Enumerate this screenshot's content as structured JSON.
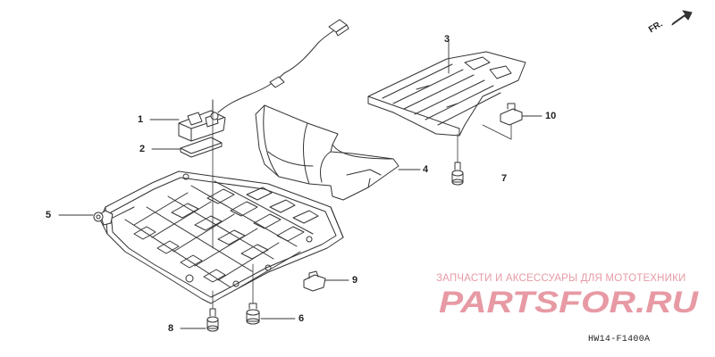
{
  "diagram": {
    "callouts": [
      {
        "id": "c1",
        "label": "1"
      },
      {
        "id": "c2",
        "label": "2"
      },
      {
        "id": "c3",
        "label": "3"
      },
      {
        "id": "c4",
        "label": "4"
      },
      {
        "id": "c5",
        "label": "5"
      },
      {
        "id": "c6",
        "label": "6"
      },
      {
        "id": "c7",
        "label": "7"
      },
      {
        "id": "c8",
        "label": "8"
      },
      {
        "id": "c9",
        "label": "9"
      },
      {
        "id": "c10",
        "label": "10"
      }
    ],
    "front_indicator": "FR.",
    "diagram_code": "HW14-F1400A"
  },
  "watermark": {
    "caption": "ЗАПЧАСТИ И АКСЕССУАРЫ ДЛЯ МОТОТЕХНИКИ",
    "logo_text": "PARTSFOR.RU",
    "color": "#e79aa4"
  },
  "colors": {
    "line": "#333333",
    "background": "#ffffff"
  }
}
